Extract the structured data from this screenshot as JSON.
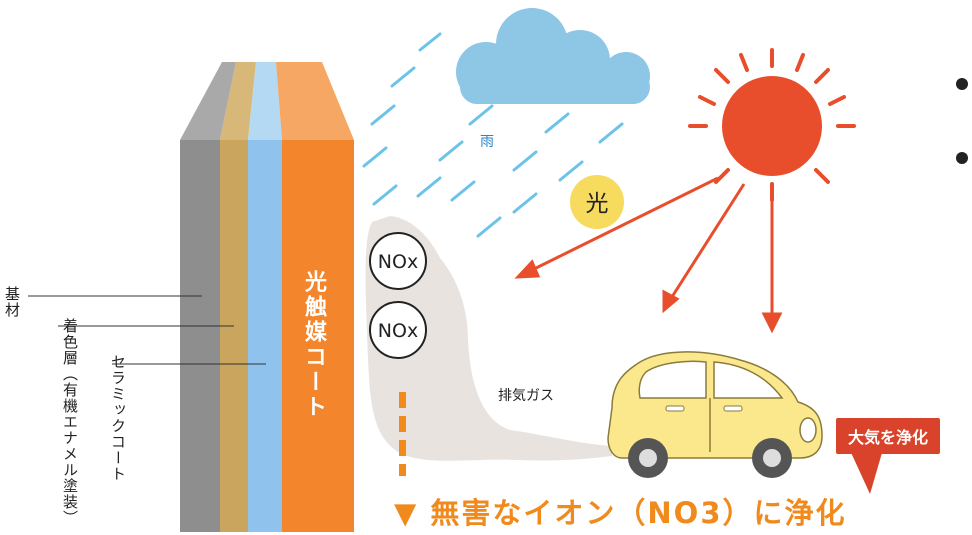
{
  "layers": {
    "substrate": "基材",
    "color_layer": "着色層（有機エナメル塗装）",
    "ceramic": "セラミックコート",
    "photocatalyst": "光触媒コート"
  },
  "weather": {
    "rain": "雨",
    "light": "光"
  },
  "pollutants": {
    "nox_1": "NOx",
    "nox_2": "NOx",
    "exhaust": "排気ガス"
  },
  "result_banner": "▼ 無害なイオン（NO3）に浄化",
  "badge": "大気を浄化",
  "colors": {
    "substrate": "#8e8e8e",
    "color_layer": "#c9a55e",
    "ceramic": "#8fc2ec",
    "photocatalyst": "#f3862c",
    "sun": "#e94e2c",
    "rain": "#6cc3ea",
    "cloud": "#8ec6e6",
    "car": "#fbe88d",
    "accent": "#f08a1c",
    "badge": "#d9432b"
  },
  "icons": [
    "cloud-icon",
    "sun-icon",
    "car-icon",
    "arrow-down-icon"
  ]
}
